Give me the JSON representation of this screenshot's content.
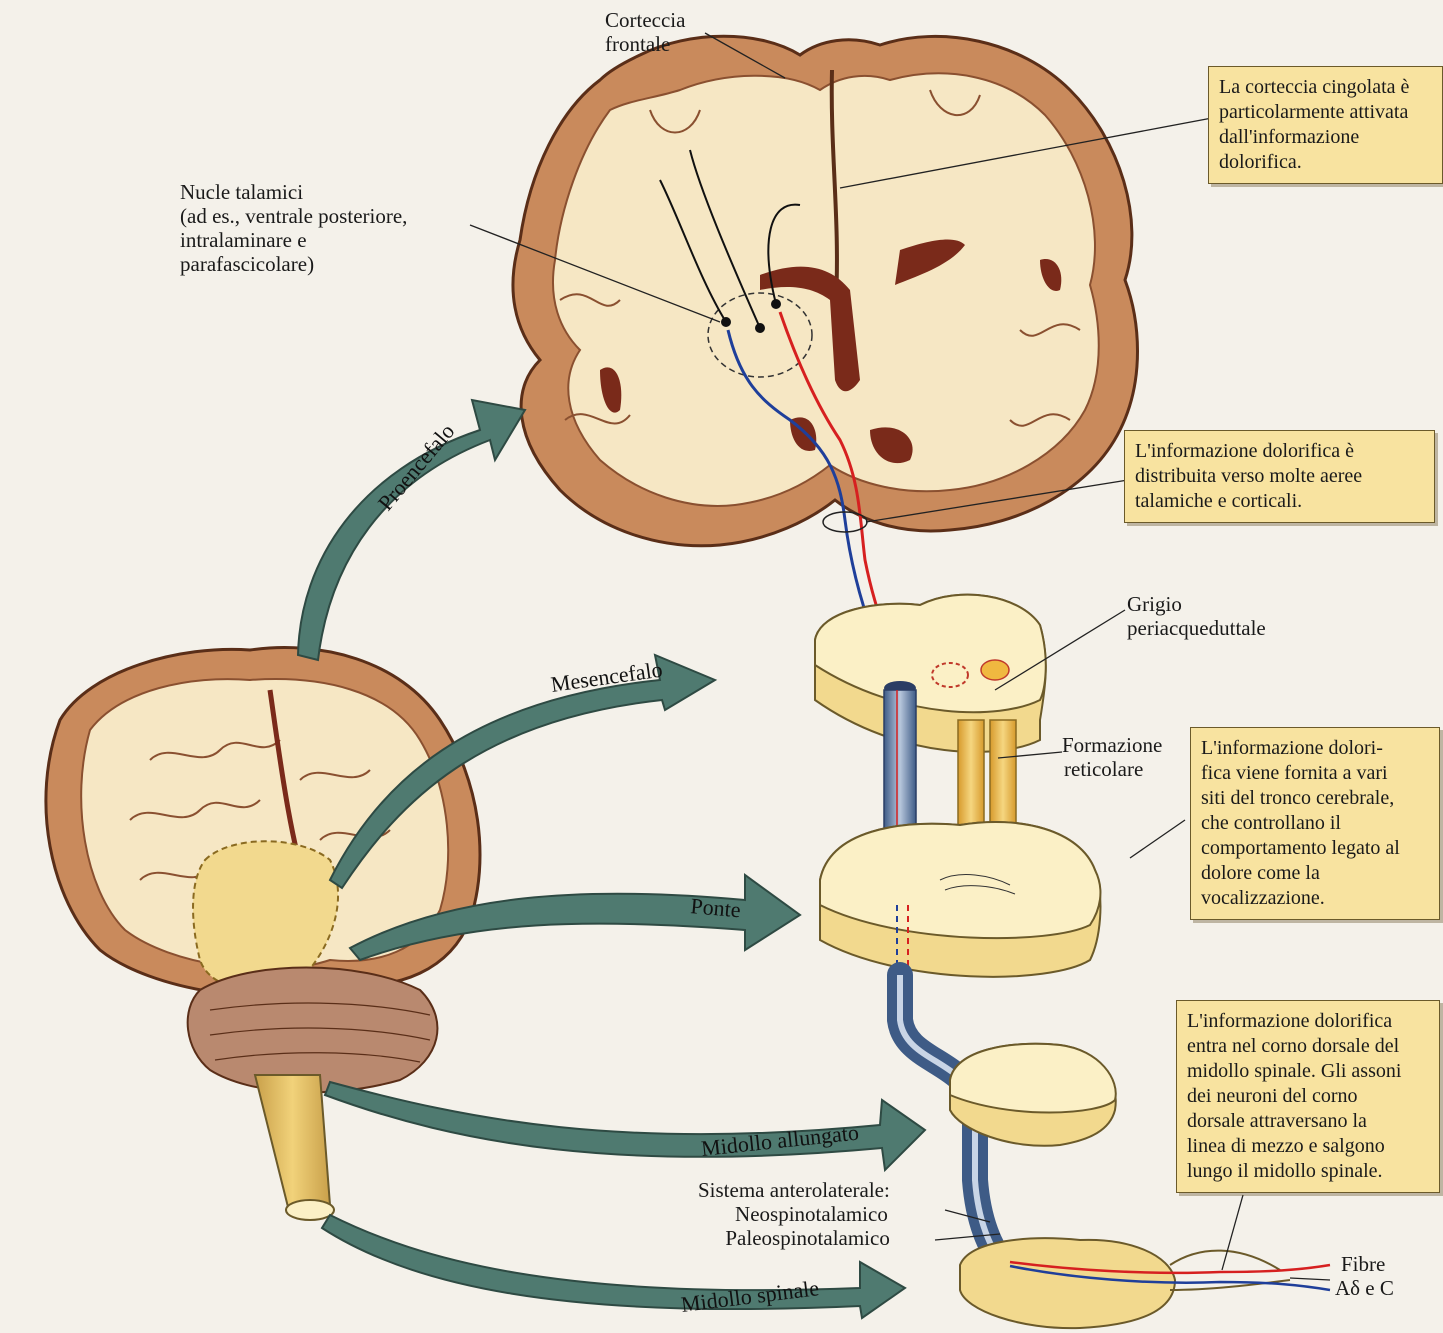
{
  "labels": {
    "corteccia_frontale": [
      "Corteccia",
      "frontale"
    ],
    "nuclei_talamici": [
      "Nucle talamici",
      "(ad es., ventrale posteriore,",
      "intralaminare e",
      "parafascicolare)"
    ],
    "grigio": [
      "Grigio",
      "periacqueduttale"
    ],
    "formazione": [
      "Formazione",
      "reticolare"
    ],
    "sistema": [
      "Sistema anterolaterale:",
      "Neospinotalamico",
      "Paleospinotalamico"
    ],
    "fibre": [
      "Fibre",
      "Aδ e C"
    ]
  },
  "boxes": {
    "cingolata": [
      "La corteccia cingolata è",
      "particolarmente attivata",
      "dall'informazione",
      "dolorifica."
    ],
    "distribuita": [
      "L'informazione dolorifica è",
      "distribuita verso molte aeree",
      "talamiche e corticali."
    ],
    "tronco": [
      "L'informazione dolori-",
      "fica viene fornita a vari",
      "siti del tronco cerebrale,",
      "che controllano il",
      "comportamento legato al",
      "dolore come la",
      "vocalizzazione."
    ],
    "corno": [
      "L'informazione dolorifica",
      "entra nel corno dorsale del",
      "midollo spinale. Gli assoni",
      "dei neuroni del corno",
      "dorsale attraversano la",
      "linea di mezzo e salgono",
      "lungo il midollo spinale."
    ]
  },
  "arrows": {
    "proencefalo": "Proencefalo",
    "mesencefalo": "Mesencefalo",
    "ponte": "Ponte",
    "midollo_allungato": "Midollo allungato",
    "midollo_spinale": "Midollo spinale"
  },
  "colors": {
    "background": "#f4f1ea",
    "cortex": "#c98a5c",
    "white_matter": "#f6e7c4",
    "ventricle": "#7a2a1a",
    "arrow": "#4f7a70",
    "box": "#f8e3a0",
    "neo_pathway": "#1f3f9a",
    "paleo_pathway": "#d62020",
    "reticular": "#e6b94a"
  }
}
